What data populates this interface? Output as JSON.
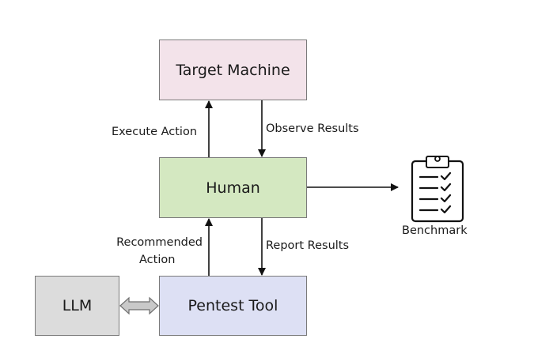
{
  "nodes": {
    "target_machine": {
      "label": "Target Machine",
      "color": "#f3e3ea"
    },
    "human": {
      "label": "Human",
      "color": "#d4e8c1"
    },
    "pentest_tool": {
      "label": "Pentest Tool",
      "color": "#dde0f4"
    },
    "llm": {
      "label": "LLM",
      "color": "#dcdcdc"
    }
  },
  "edges": {
    "execute_action": "Execute Action",
    "observe_results": "Observe Results",
    "recommended_action_line1": "Recommended",
    "recommended_action_line2": "Action",
    "report_results": "Report Results"
  },
  "benchmark": {
    "label": "Benchmark",
    "icon": "clipboard-checklist-icon"
  }
}
